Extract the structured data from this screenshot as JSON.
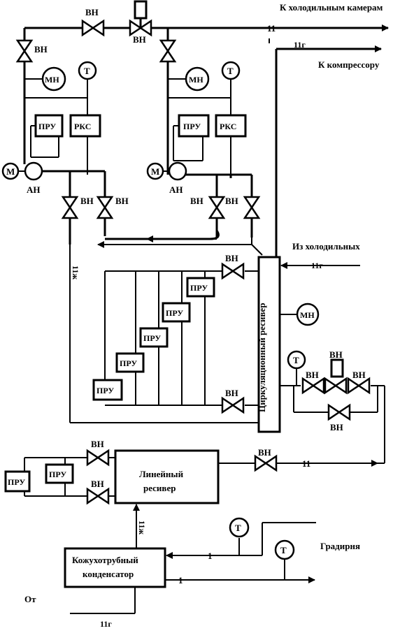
{
  "labels": {
    "to_cold_chambers": "К холодильным камерам",
    "to_compressor": "К компрессору",
    "from_cold": "Из холодильных",
    "gradirnya": "Градирня",
    "ot": "От",
    "valve": "ВН",
    "pru": "ПРУ",
    "rks": "РКС",
    "mn": "МН",
    "t": "Т",
    "m": "М",
    "an": "АН",
    "line_11": "11",
    "line_11g": "11г",
    "line_11zh": "11ж",
    "line_1": "1",
    "linear_receiver_l1": "Линейный",
    "linear_receiver_l2": "ресивер",
    "condenser_l1": "Кожухотрубный",
    "condenser_l2": "конденсатор",
    "circ_receiver": "Циркуляционный ресивер"
  }
}
